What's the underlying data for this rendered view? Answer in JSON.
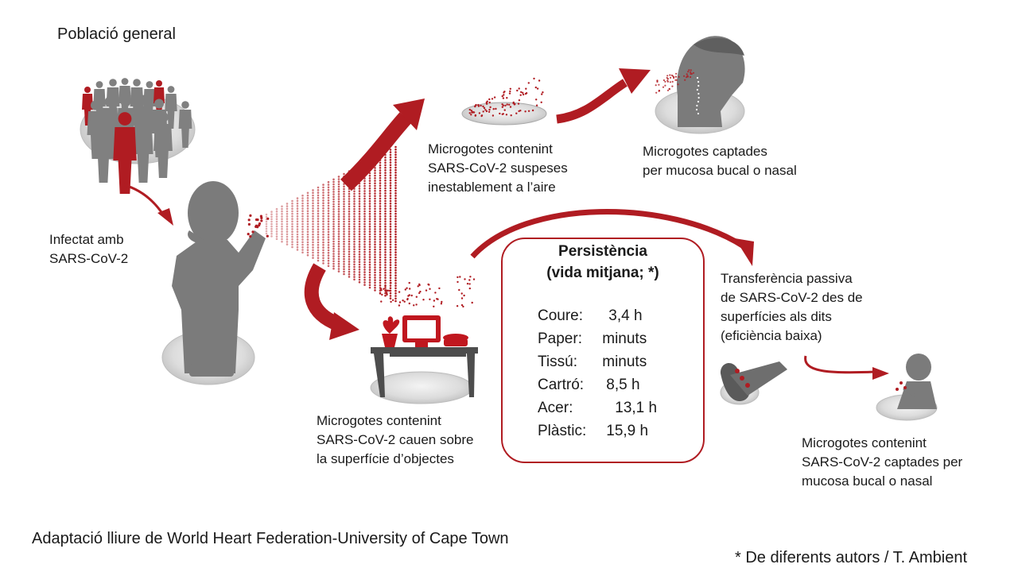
{
  "title": "Població general",
  "labels": {
    "infected": [
      "Infectat amb",
      "SARS-CoV-2"
    ],
    "suspended": [
      "Microgotes contenint",
      "SARS-CoV-2 suspeses",
      "inestablement a l’aire"
    ],
    "captured": [
      "Microgotes captades",
      "per mucosa bucal o nasal"
    ],
    "surfaces": [
      "Microgotes contenint",
      "SARS-CoV-2 cauen sobre",
      "la superfície d’objectes"
    ],
    "transfer": [
      "Transferència passiva",
      "de SARS-CoV-2 des de",
      "superfícies als dits",
      "(eficiència baixa)"
    ],
    "captured2": [
      "Microgotes contenint",
      "SARS-CoV-2 captades per",
      "mucosa bucal o nasal"
    ]
  },
  "persistence": {
    "title": [
      "Persistència",
      "(vida mitjana; *)"
    ],
    "rows": [
      {
        "material": "Coure:",
        "value": "3,4 h"
      },
      {
        "material": "Paper:",
        "value": "minuts"
      },
      {
        "material": "Tissú:",
        "value": "minuts"
      },
      {
        "material": "Cartró:",
        "value": "8,5 h"
      },
      {
        "material": "Acer:",
        "value": "13,1 h"
      },
      {
        "material": "Plàstic:",
        "value": "15,9 h"
      }
    ]
  },
  "footer": {
    "source": "Adaptació lliure de World Heart Federation-University of Cape Town",
    "note": "* De diferents autors / T. Ambient"
  },
  "colors": {
    "accent": "#b01c22",
    "figure_gray": "#808080",
    "base_gray": "#d9d9d9"
  }
}
